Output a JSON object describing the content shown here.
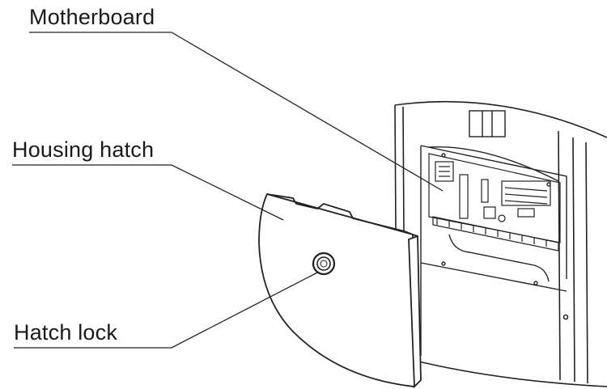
{
  "labels": {
    "motherboard": "Motherboard",
    "housing_hatch": "Housing hatch",
    "hatch_lock": "Hatch lock"
  },
  "colors": {
    "line": "#222222",
    "background": "#ffffff"
  }
}
